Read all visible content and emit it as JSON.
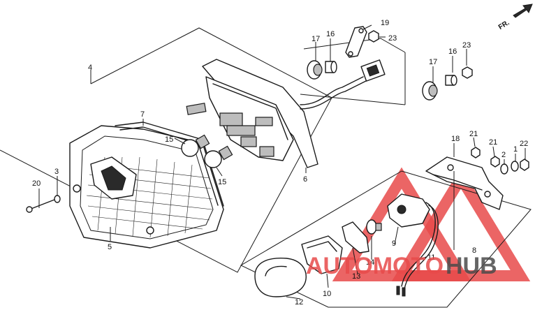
{
  "diagram": {
    "direction_marker": "FR.",
    "callouts": [
      {
        "id": "c1",
        "text": "1"
      },
      {
        "id": "c2",
        "text": "2"
      },
      {
        "id": "c3",
        "text": "3"
      },
      {
        "id": "c4",
        "text": "4"
      },
      {
        "id": "c5",
        "text": "5"
      },
      {
        "id": "c6",
        "text": "6"
      },
      {
        "id": "c7",
        "text": "7"
      },
      {
        "id": "c8",
        "text": "8"
      },
      {
        "id": "c9",
        "text": "9"
      },
      {
        "id": "c10",
        "text": "10"
      },
      {
        "id": "c11",
        "text": "11"
      },
      {
        "id": "c12",
        "text": "12"
      },
      {
        "id": "c13",
        "text": "13"
      },
      {
        "id": "c14",
        "text": "14"
      },
      {
        "id": "c15a",
        "text": "15"
      },
      {
        "id": "c15b",
        "text": "15"
      },
      {
        "id": "c16a",
        "text": "16"
      },
      {
        "id": "c16b",
        "text": "16"
      },
      {
        "id": "c17a",
        "text": "17"
      },
      {
        "id": "c17b",
        "text": "17"
      },
      {
        "id": "c18",
        "text": "18"
      },
      {
        "id": "c19",
        "text": "19"
      },
      {
        "id": "c20",
        "text": "20"
      },
      {
        "id": "c21a",
        "text": "21"
      },
      {
        "id": "c21b",
        "text": "21"
      },
      {
        "id": "c22",
        "text": "22"
      },
      {
        "id": "c23a",
        "text": "23"
      },
      {
        "id": "c23b",
        "text": "23"
      }
    ]
  },
  "watermark": {
    "brand_part1": "AUTOMOTO",
    "brand_part2": "HUB",
    "color_primary": "#e84a4a",
    "color_secondary": "#4a4a4a"
  }
}
